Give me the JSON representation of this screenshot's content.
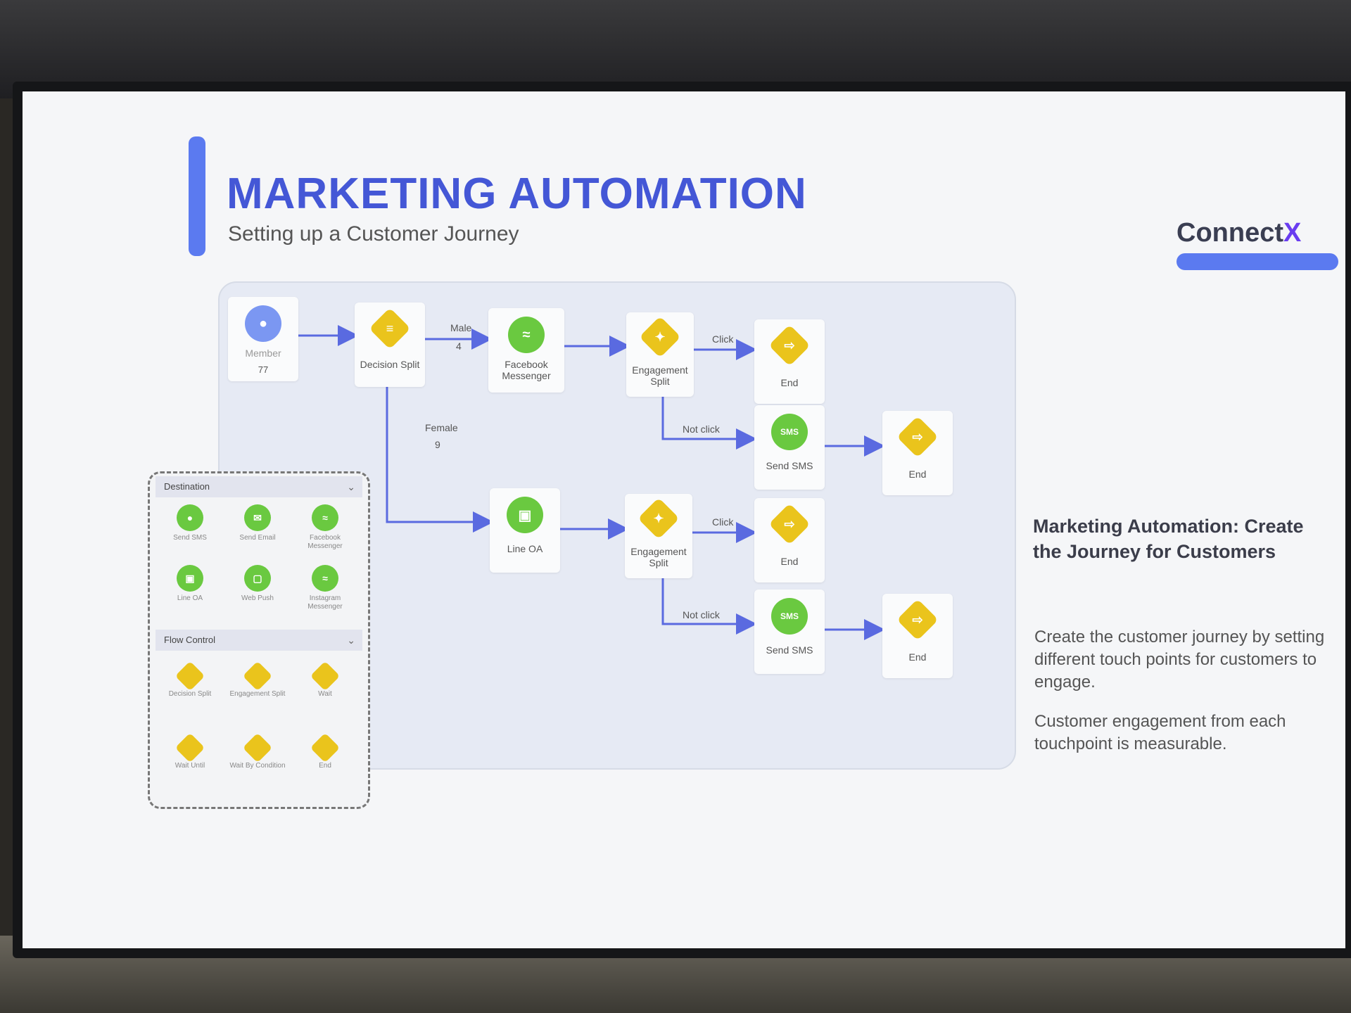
{
  "slide": {
    "title": "MARKETING AUTOMATION",
    "subtitle": "Setting up a Customer Journey",
    "brand": "Connect",
    "brand_mark": "X"
  },
  "flow": {
    "member": {
      "label": "Member",
      "count": "77"
    },
    "decision_split": {
      "label": "Decision Split"
    },
    "branch_male": {
      "label": "Male",
      "count": "4"
    },
    "branch_female": {
      "label": "Female",
      "count": "9"
    },
    "facebook_messenger": {
      "label1": "Facebook",
      "label2": "Messenger"
    },
    "line_oa": {
      "label": "Line OA"
    },
    "engagement_split": {
      "label1": "Engagement",
      "label2": "Split"
    },
    "click": "Click",
    "not_click": "Not click",
    "send_sms": "Send SMS",
    "end": "End"
  },
  "palette": {
    "destination_header": "Destination",
    "flow_control_header": "Flow Control",
    "destination_items": [
      "Send SMS",
      "Send Email",
      "Facebook Messenger",
      "Line OA",
      "Web Push",
      "Instagram Messenger"
    ],
    "flow_items": [
      "Decision Split",
      "Engagement Split",
      "Wait",
      "Wait Until",
      "Wait By Condition",
      "End"
    ]
  },
  "side_text": {
    "heading": "Marketing Automation: Create the Journey for Customers",
    "para1": "Create the customer journey by setting different touch points for customers to engage.",
    "para2": "Customer engagement from each touchpoint is measurable."
  },
  "colors": {
    "accent": "#5b7af0",
    "title": "#4457d6",
    "green_node": "#6ac940",
    "yellow_node": "#eac41c",
    "brand_x": "#6a3df0"
  }
}
